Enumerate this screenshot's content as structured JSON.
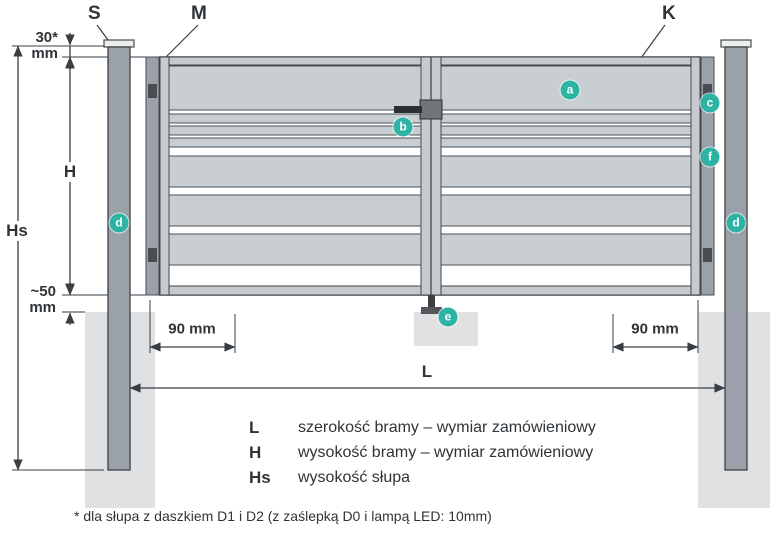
{
  "labels": {
    "s": "S",
    "m": "M",
    "k": "K"
  },
  "callouts": {
    "a": "a",
    "b": "b",
    "c": "c",
    "d_left": "d",
    "d_right": "d",
    "e": "e",
    "f": "f"
  },
  "dimensions": {
    "top_offset_value": "30*",
    "top_offset_unit": "mm",
    "gate_height": "H",
    "post_height": "Hs",
    "bottom_gap_value": "~50",
    "bottom_gap_unit": "mm",
    "left_offset": "90 mm",
    "right_offset": "90 mm",
    "gate_width": "L"
  },
  "legend": {
    "items": [
      {
        "symbol": "L",
        "description": "szerokość bramy – wymiar zamówieniowy"
      },
      {
        "symbol": "H",
        "description": "wysokość bramy – wymiar zamówieniowy"
      },
      {
        "symbol": "Hs",
        "description": "wysokość słupa"
      }
    ]
  },
  "footnote": "* dla słupa z daszkiem D1 i D2 (z zaślepką D0 i lampą LED: 10mm)",
  "colors": {
    "accent_teal": "#2db3a3",
    "metal_gray": "#9aa1a8",
    "panel_gray": "#c9ced3",
    "foundation_gray": "#e0e1e3",
    "line_dark": "#3a3f43"
  }
}
